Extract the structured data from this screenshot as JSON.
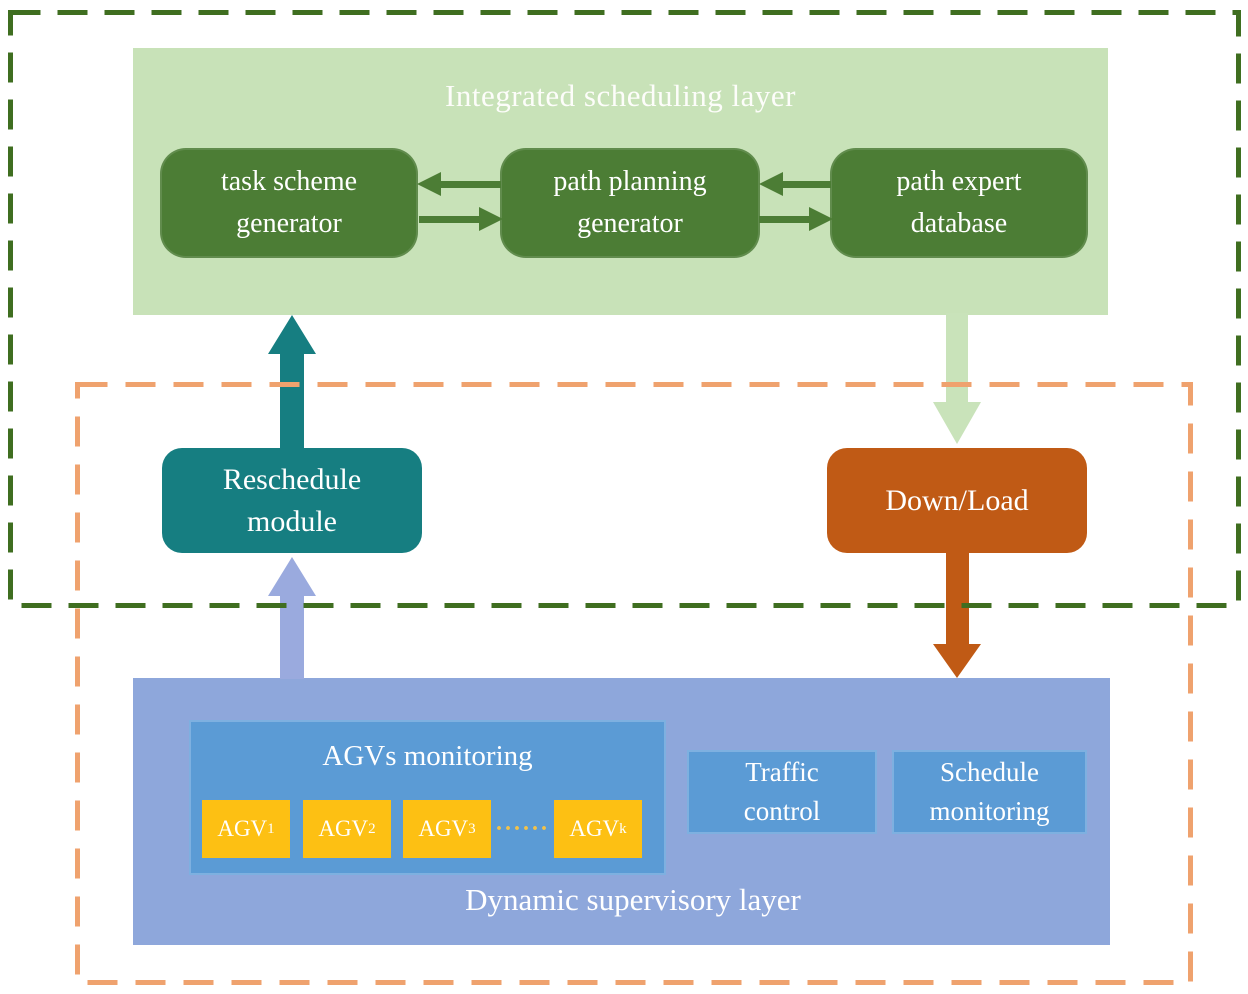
{
  "figure": {
    "type": "system-architecture-diagram",
    "description": "Two-layer AGV scheduling architecture with integrated scheduling layer and dynamic supervisory layer"
  },
  "scheduling_layer": {
    "title": "Integrated scheduling layer",
    "boxes": [
      {
        "label": "task scheme\ngenerator"
      },
      {
        "label": "path planning\ngenerator"
      },
      {
        "label": "path expert\ndatabase"
      }
    ]
  },
  "middle": {
    "reschedule_label": "Reschedule\nmodule",
    "download_label": "Down/Load"
  },
  "supervisory_layer": {
    "title": "Dynamic supervisory layer",
    "agv_monitoring": {
      "title": "AGVs monitoring",
      "units": [
        {
          "label": "AGV",
          "sub": "1"
        },
        {
          "label": "AGV",
          "sub": "2"
        },
        {
          "label": "AGV",
          "sub": "3"
        },
        {
          "label": "AGV",
          "sub": "k"
        }
      ],
      "ellipsis": "······"
    },
    "boxes": [
      {
        "label": "Traffic\ncontrol"
      },
      {
        "label": "Schedule\nmonitoring"
      }
    ]
  },
  "colors": {
    "outer_dashed_border": "#3f6e20",
    "inner_dashed_border": "#efa26e",
    "scheduling_layer_bg": "#c8e2b8",
    "scheduling_box_bg": "#4c7d35",
    "reschedule_bg": "#167e81",
    "download_bg": "#c05a15",
    "supervisory_layer_bg": "#8ea7db",
    "supervisory_box_bg": "#5b9bd5",
    "agv_unit_bg": "#fdc013",
    "arrow_up_teal": "#167e81",
    "arrow_up_periwinkle": "#9aaade",
    "arrow_down_light_green": "#c9e3ba",
    "arrow_down_orange": "#c05a15",
    "arrow_small_dark_green": "#4c7d35",
    "text": "#ffffff"
  }
}
